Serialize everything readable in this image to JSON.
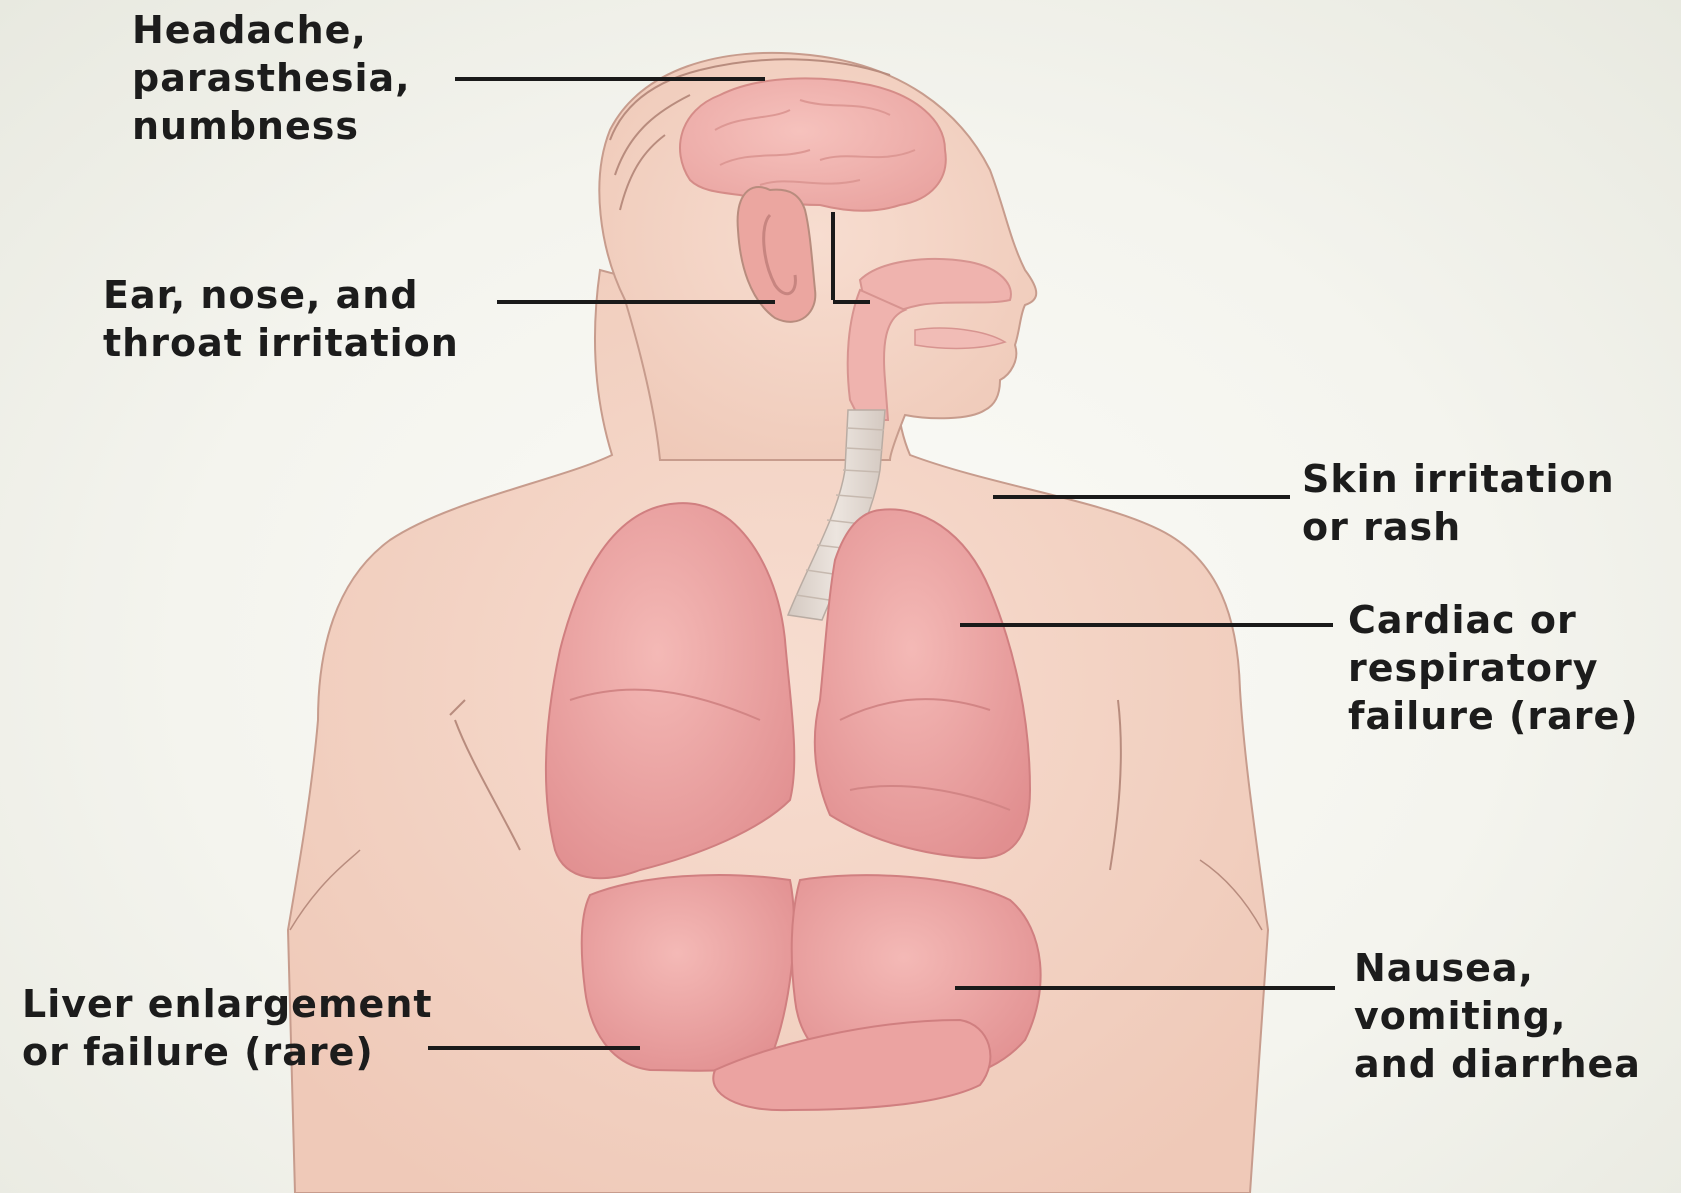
{
  "labels": {
    "head": [
      "Headache,",
      "parasthesia,",
      "numbness"
    ],
    "ent": [
      "Ear, nose, and",
      "throat irritation"
    ],
    "skin": [
      "Skin irritation",
      "or rash"
    ],
    "cardiac": [
      "Cardiac or",
      "respiratory",
      "failure (rare)"
    ],
    "liver": [
      "Liver enlargement",
      "or failure (rare)"
    ],
    "gi": [
      "Nausea,",
      "vomiting,",
      "and diarrhea"
    ]
  },
  "colors": {
    "skin": "#f3d2c4",
    "skin_outline": "#b88c7e",
    "organ": "#ea9f9f",
    "organ_dark": "#d98585",
    "organ_light": "#f2b6b3",
    "trachea": "#dcd3cc",
    "leader_line": "#1a1a1a",
    "label_text": "#1c1c1c"
  }
}
